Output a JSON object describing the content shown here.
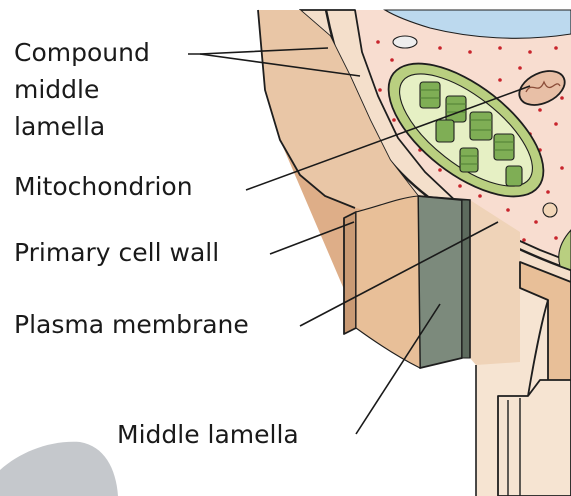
{
  "labels": {
    "compound_middle_lamella": [
      "Compound",
      "middle",
      "lamella"
    ],
    "mitochondrion": "Mitochondrion",
    "primary_cell_wall": "Primary cell wall",
    "plasma_membrane": "Plasma membrane",
    "middle_lamella": "Middle lamella"
  },
  "colors": {
    "cell_wall_light": "#f6e4d2",
    "cell_wall_mid": "#e8bf98",
    "cell_wall_dark": "#c99a74",
    "cytoplasm": "#f8ddd0",
    "ribosome_dots": "#c8242c",
    "chloroplast_outer": "#b9cf80",
    "chloroplast_inner": "#e6f0c4",
    "grana": "#7fae55",
    "mitochondrion": "#e8bfa6",
    "vacuole": "#bcd9ee",
    "middle_lamella_face": "#7c8a7c",
    "corner_blob": "#c5c8cc"
  }
}
